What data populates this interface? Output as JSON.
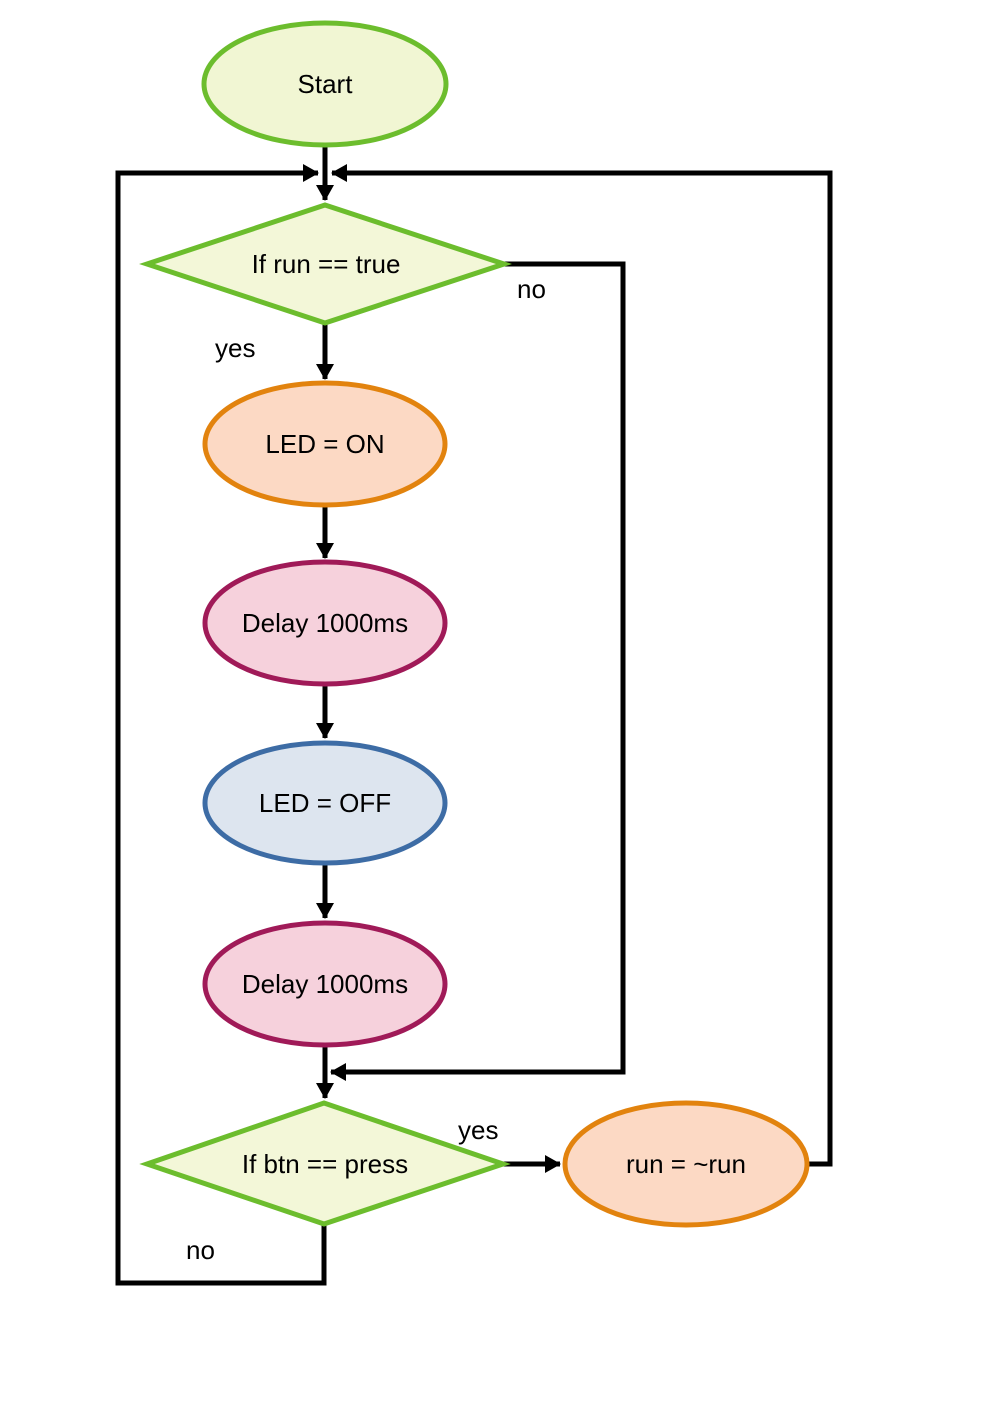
{
  "diagram": {
    "type": "flowchart",
    "colors": {
      "background": "#ffffff",
      "line": "#000000",
      "text": "#000000"
    },
    "nodes": {
      "start": {
        "label": "Start",
        "shape": "terminator",
        "fill": "#f1f6d3",
        "stroke": "#6cbd2d"
      },
      "check_run": {
        "label": "If run == true",
        "shape": "decision",
        "fill": "#f3f7d8",
        "stroke": "#6cbd2d"
      },
      "led_on": {
        "label": "LED = ON",
        "shape": "process",
        "fill": "#fcd9c4",
        "stroke": "#e2830e"
      },
      "delay1": {
        "label": "Delay 1000ms",
        "shape": "process",
        "fill": "#f6d1dc",
        "stroke": "#a01a58"
      },
      "led_off": {
        "label": "LED = OFF",
        "shape": "process",
        "fill": "#dde5ef",
        "stroke": "#3d6ca5"
      },
      "delay2": {
        "label": "Delay 1000ms",
        "shape": "process",
        "fill": "#f6d1dc",
        "stroke": "#a01a58"
      },
      "check_btn": {
        "label": "If btn == press",
        "shape": "decision",
        "fill": "#f3f7d8",
        "stroke": "#6cbd2d"
      },
      "toggle_run": {
        "label": "run = ~run",
        "shape": "process",
        "fill": "#fcd9c4",
        "stroke": "#e2830e"
      }
    },
    "edges": {
      "check_run_yes": {
        "label": "yes",
        "from": "check_run",
        "to": "led_on"
      },
      "check_run_no": {
        "label": "no",
        "from": "check_run",
        "to": "check_btn"
      },
      "check_btn_yes": {
        "label": "yes",
        "from": "check_btn",
        "to": "toggle_run"
      },
      "check_btn_no": {
        "label": "no",
        "from": "check_btn",
        "to": "check_run"
      }
    }
  }
}
